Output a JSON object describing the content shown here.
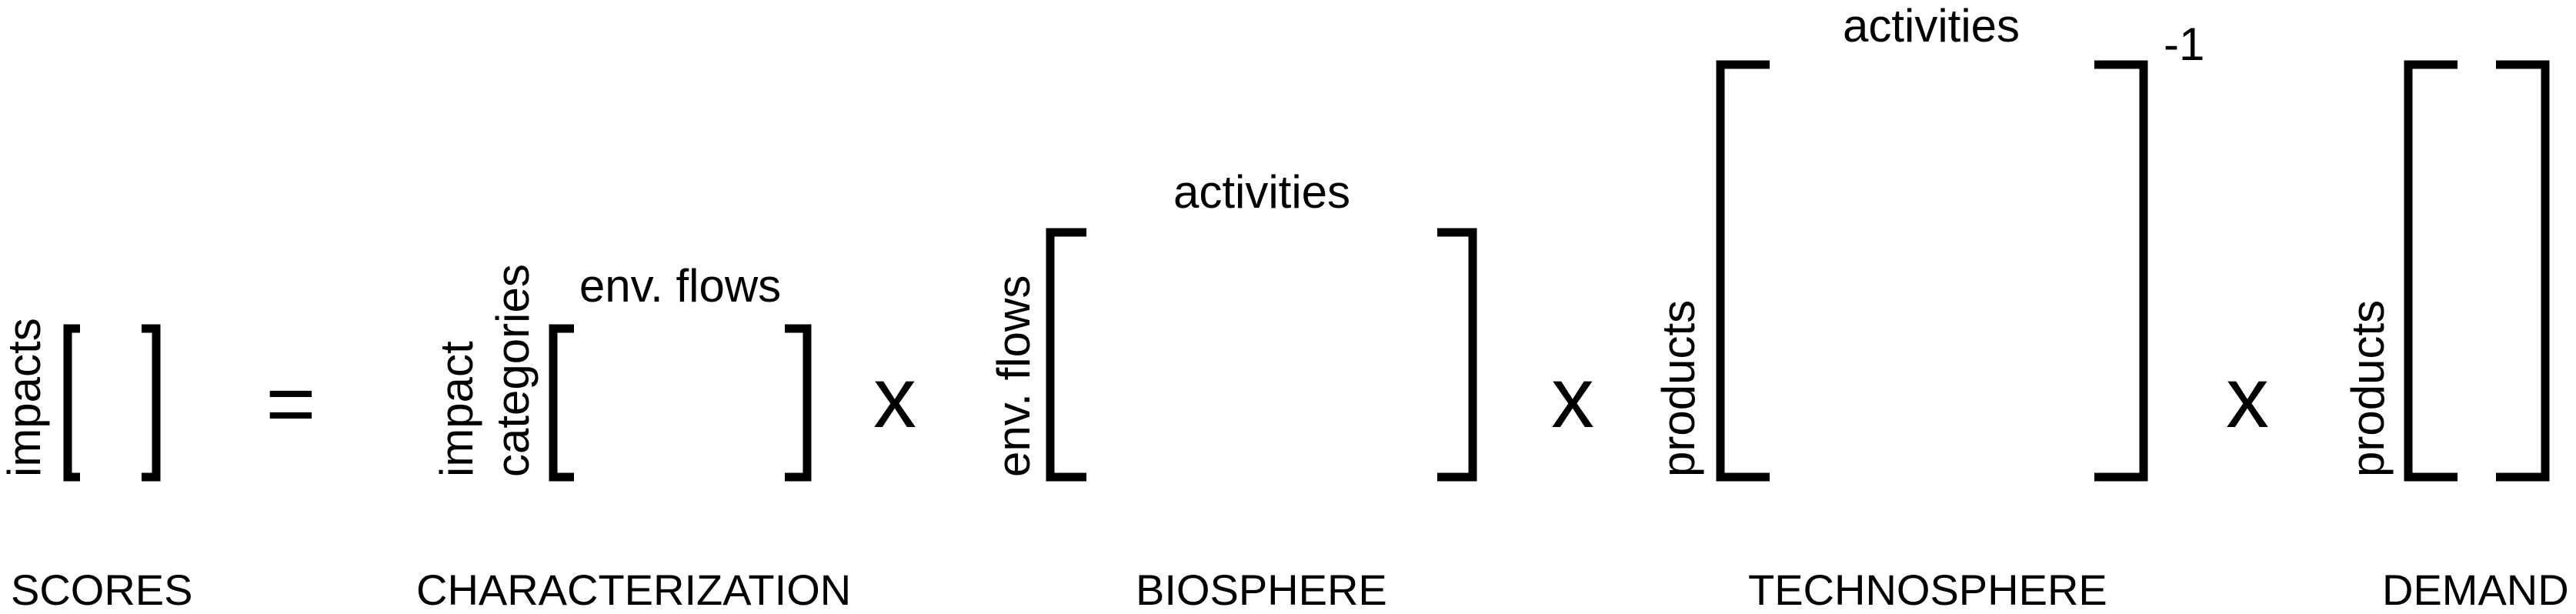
{
  "equation": {
    "scores": {
      "title": "SCORES",
      "row_label": "impacts"
    },
    "equals": "=",
    "characterization": {
      "title": "CHARACTERIZATION",
      "row_label_line1": "impact",
      "row_label_line2": "categories",
      "column_label": "env. flows"
    },
    "times_1": "x",
    "biosphere": {
      "title": "BIOSPHERE",
      "row_label": "env. flows",
      "column_label": "activities"
    },
    "times_2": "x",
    "technosphere": {
      "title": "TECHNOSPHERE",
      "row_label": "products",
      "column_label": "activities",
      "exponent": "-1"
    },
    "times_3": "x",
    "demand": {
      "title": "DEMAND",
      "row_label": "products"
    }
  },
  "colors": {
    "ink": "#000000",
    "background": "#ffffff"
  }
}
